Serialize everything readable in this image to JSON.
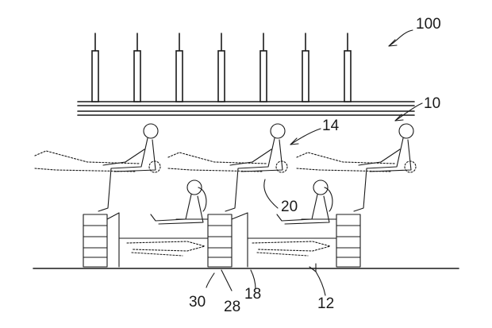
{
  "labels": {
    "l100": "100",
    "l10": "10",
    "l14": "14",
    "l20": "20",
    "l30": "30",
    "l28": "28",
    "l18": "18",
    "l12": "12"
  }
}
